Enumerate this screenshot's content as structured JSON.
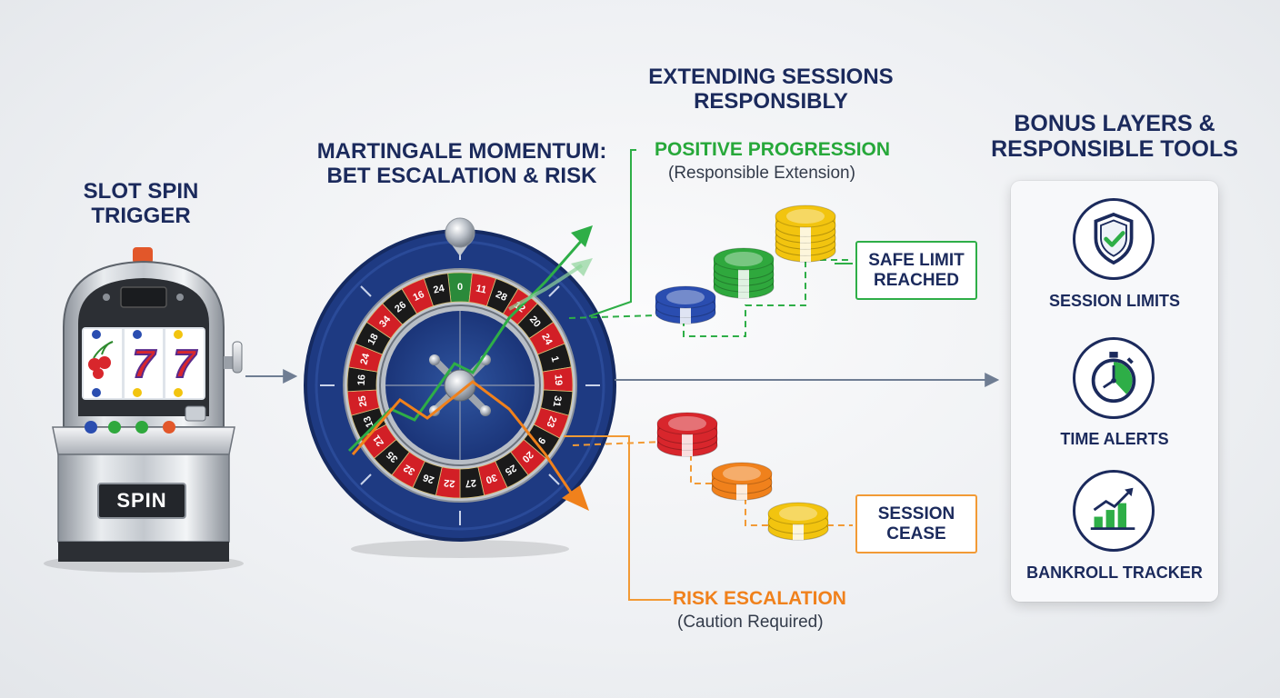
{
  "headings": {
    "slot_spin": "SLOT SPIN\nTRIGGER",
    "martingale": "MARTINGALE MOMENTUM:\nBET ESCALATION & RISK",
    "extending": "EXTENDING SESSIONS\nRESPONSIBLY",
    "bonus": "BONUS LAYERS &\nRESPONSIBLE TOOLS"
  },
  "slot_machine": {
    "button_label": "SPIN",
    "reel_symbols": [
      "cherry",
      "7",
      "7"
    ]
  },
  "roulette": {
    "numbers": [
      "0",
      "11",
      "28",
      "12",
      "20",
      "24",
      "1",
      "19",
      "31",
      "23",
      "9",
      "20",
      "25",
      "30",
      "27",
      "22",
      "26",
      "32",
      "35",
      "21",
      "13",
      "25",
      "16",
      "24",
      "18",
      "34",
      "26",
      "16",
      "24"
    ]
  },
  "branches": {
    "positive": {
      "title": "POSITIVE PROGRESSION",
      "subtitle": "(Responsible Extension)",
      "status": "SAFE LIMIT\nREACHED",
      "chip_colors": [
        "#2a4db0",
        "#2fa83d",
        "#f2c40f"
      ],
      "color": "#2eae47"
    },
    "risk": {
      "title": "RISK ESCALATION",
      "subtitle": "(Caution Required)",
      "status": "SESSION\nCEASE",
      "chip_colors": [
        "#d8262c",
        "#f0811c",
        "#f2c40f"
      ],
      "color": "#f29a35"
    }
  },
  "tools": [
    {
      "icon": "shield-check-icon",
      "label": "SESSION LIMITS"
    },
    {
      "icon": "stopwatch-icon",
      "label": "TIME ALERTS"
    },
    {
      "icon": "bar-chart-up-icon",
      "label": "BANKROLL TRACKER"
    }
  ],
  "colors": {
    "navy": "#1b2a5c",
    "green": "#2eae47",
    "orange": "#f29a35",
    "connector": "#6f7d93"
  }
}
